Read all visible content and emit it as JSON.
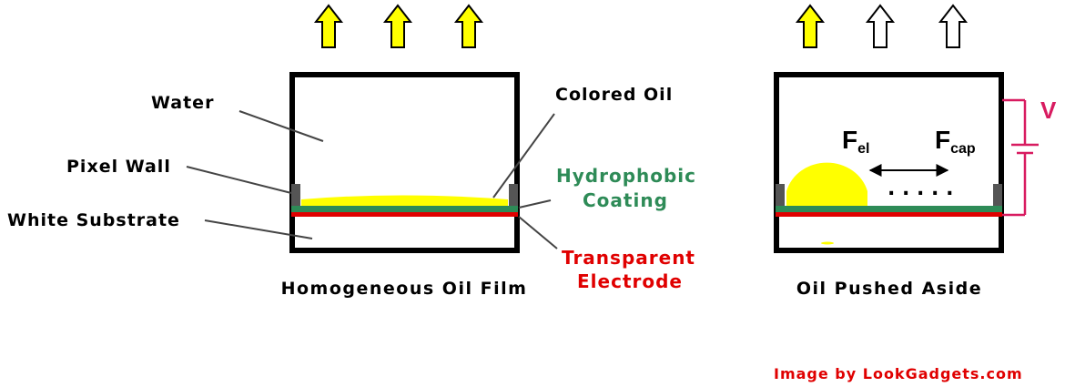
{
  "colors": {
    "frame": "#000000",
    "oil": "#ffff00",
    "coating": "#2e8b57",
    "electrode": "#e00000",
    "wall": "#555555",
    "voltage": "#d81b60",
    "credit": "#e00000",
    "arrow_on": "#ffff00",
    "arrow_off": "#ffffff"
  },
  "labels": {
    "water": "Water",
    "pixel_wall": "Pixel Wall",
    "white_substrate": "White Substrate",
    "colored_oil": "Colored Oil",
    "hydrophobic_line1": "Hydrophobic",
    "hydrophobic_line2": "Coating",
    "transparent_line1": "Transparent",
    "electrode_line2": "Electrode"
  },
  "left_panel": {
    "caption": "Homogeneous Oil Film",
    "arrows": [
      "lit",
      "lit",
      "lit"
    ]
  },
  "right_panel": {
    "caption": "Oil Pushed Aside",
    "arrows": [
      "lit",
      "unlit",
      "unlit"
    ],
    "voltage_label": "V",
    "force_el_main": "F",
    "force_el_sub": "el",
    "force_cap_main": "F",
    "force_cap_sub": "cap",
    "dots": ". . . . ."
  },
  "credit": "Image by LookGadgets.com"
}
